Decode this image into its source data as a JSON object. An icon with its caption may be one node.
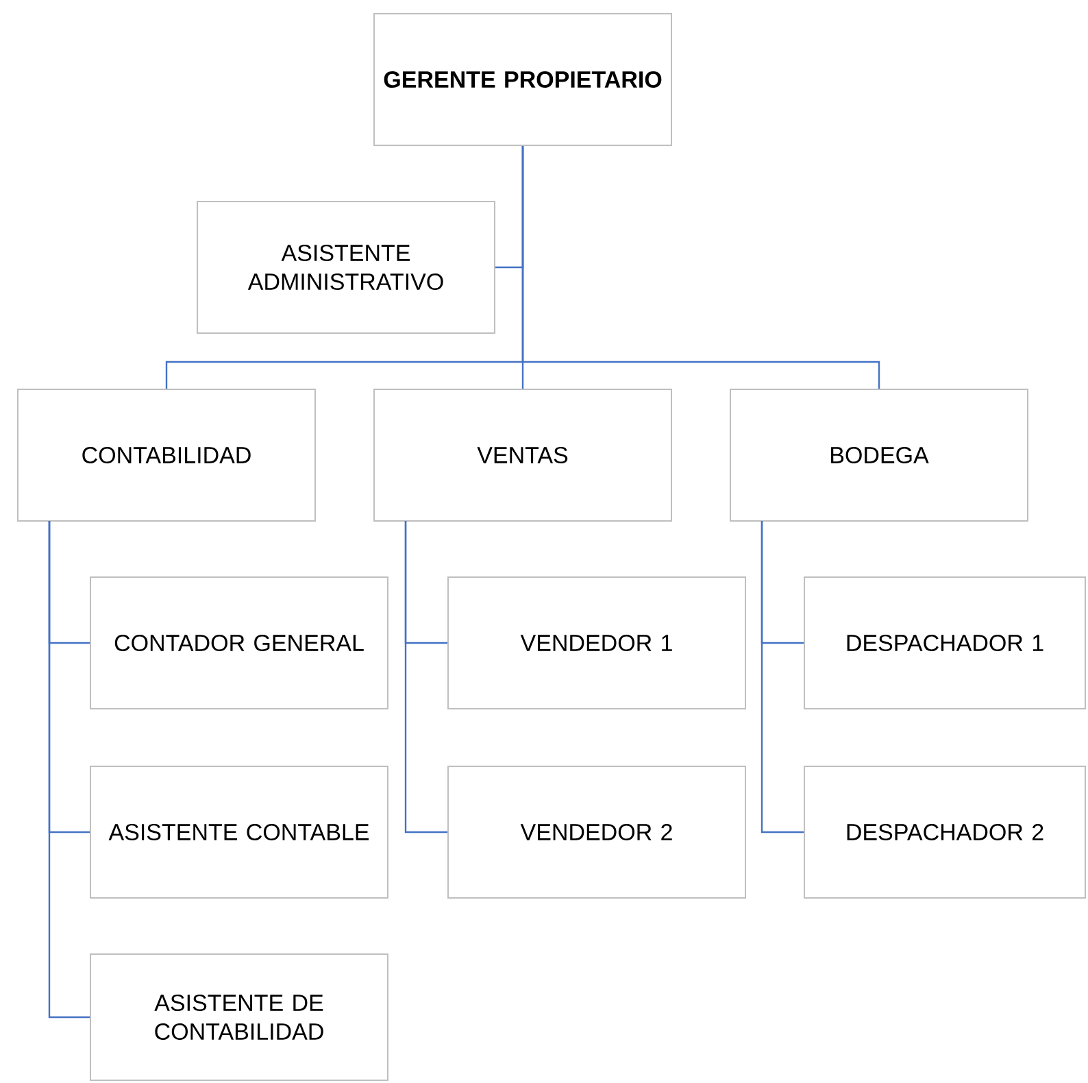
{
  "diagram": {
    "nodes": [
      {
        "text": [
          "GERENTE PROPIETARIO"
        ]
      },
      {
        "text": [
          "ASISTENTE ADMINISTRATIVO"
        ]
      },
      {
        "text": [
          "CONTABILIDAD"
        ]
      },
      {
        "text": [
          "VENTAS"
        ]
      },
      {
        "text": [
          "BODEGA"
        ]
      },
      {
        "text": [
          "CONTADOR GENERAL"
        ]
      },
      {
        "text": [
          "ASISTENTE CONTABLE"
        ]
      },
      {
        "text": [
          "ASISTENTE DE CONTABILIDAD"
        ]
      },
      {
        "text": [
          "VENDEDOR 1"
        ]
      },
      {
        "text": [
          "VENDEDOR 2"
        ]
      },
      {
        "text": [
          "DESPACHADOR 1"
        ]
      },
      {
        "text": [
          "DESPACHADOR 2"
        ]
      }
    ],
    "edges": [
      {
        "from": 0,
        "to": 1,
        "arrow": "none"
      },
      {
        "from": 0,
        "to": 2,
        "arrow": "none"
      },
      {
        "from": 0,
        "to": 3,
        "arrow": "none"
      },
      {
        "from": 0,
        "to": 4,
        "arrow": "none"
      },
      {
        "from": 2,
        "to": 5,
        "arrow": "none"
      },
      {
        "from": 2,
        "to": 6,
        "arrow": "none"
      },
      {
        "from": 2,
        "to": 7,
        "arrow": "none"
      },
      {
        "from": 3,
        "to": 8,
        "arrow": "none"
      },
      {
        "from": 3,
        "to": 9,
        "arrow": "none"
      },
      {
        "from": 4,
        "to": 10,
        "arrow": "none"
      },
      {
        "from": 4,
        "to": 11,
        "arrow": "none"
      }
    ]
  }
}
